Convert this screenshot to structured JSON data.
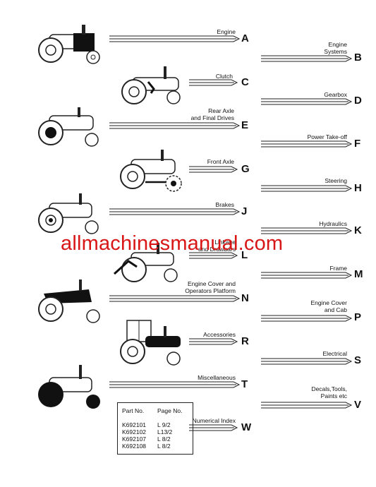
{
  "sections": [
    {
      "letter": "A",
      "label": "Engine"
    },
    {
      "letter": "B",
      "label": "Engine\nSystems"
    },
    {
      "letter": "C",
      "label": "Clutch"
    },
    {
      "letter": "D",
      "label": "Gearbox"
    },
    {
      "letter": "E",
      "label": "Rear Axle\nand Final Drives"
    },
    {
      "letter": "F",
      "label": "Power Take-off"
    },
    {
      "letter": "G",
      "label": "Front Axle"
    },
    {
      "letter": "H",
      "label": "Steering"
    },
    {
      "letter": "J",
      "label": "Brakes"
    },
    {
      "letter": "K",
      "label": "Hydraulics"
    },
    {
      "letter": "L",
      "label": "Linkage\nand Drawbars"
    },
    {
      "letter": "M",
      "label": "Frame"
    },
    {
      "letter": "N",
      "label": "Engine Cover and\nOperators Platform"
    },
    {
      "letter": "P",
      "label": "Engine Cover\nand Cab"
    },
    {
      "letter": "R",
      "label": "Accessories"
    },
    {
      "letter": "S",
      "label": "Electrical"
    },
    {
      "letter": "T",
      "label": "Miscellaneous"
    },
    {
      "letter": "V",
      "label": "Decals,Tools,\nPaints etc"
    },
    {
      "letter": "W",
      "label": "Numerical Index"
    }
  ],
  "parts_table": {
    "header_part": "Part No.",
    "header_page": "Page No.",
    "rows": [
      {
        "part": "K692101",
        "page": "L 9/2"
      },
      {
        "part": "K692102",
        "page": "L13/2"
      },
      {
        "part": "K692107",
        "page": "L 8/2"
      },
      {
        "part": "K692108",
        "page": "L 8/2"
      }
    ]
  },
  "watermark": "allmachinesmanual.com"
}
